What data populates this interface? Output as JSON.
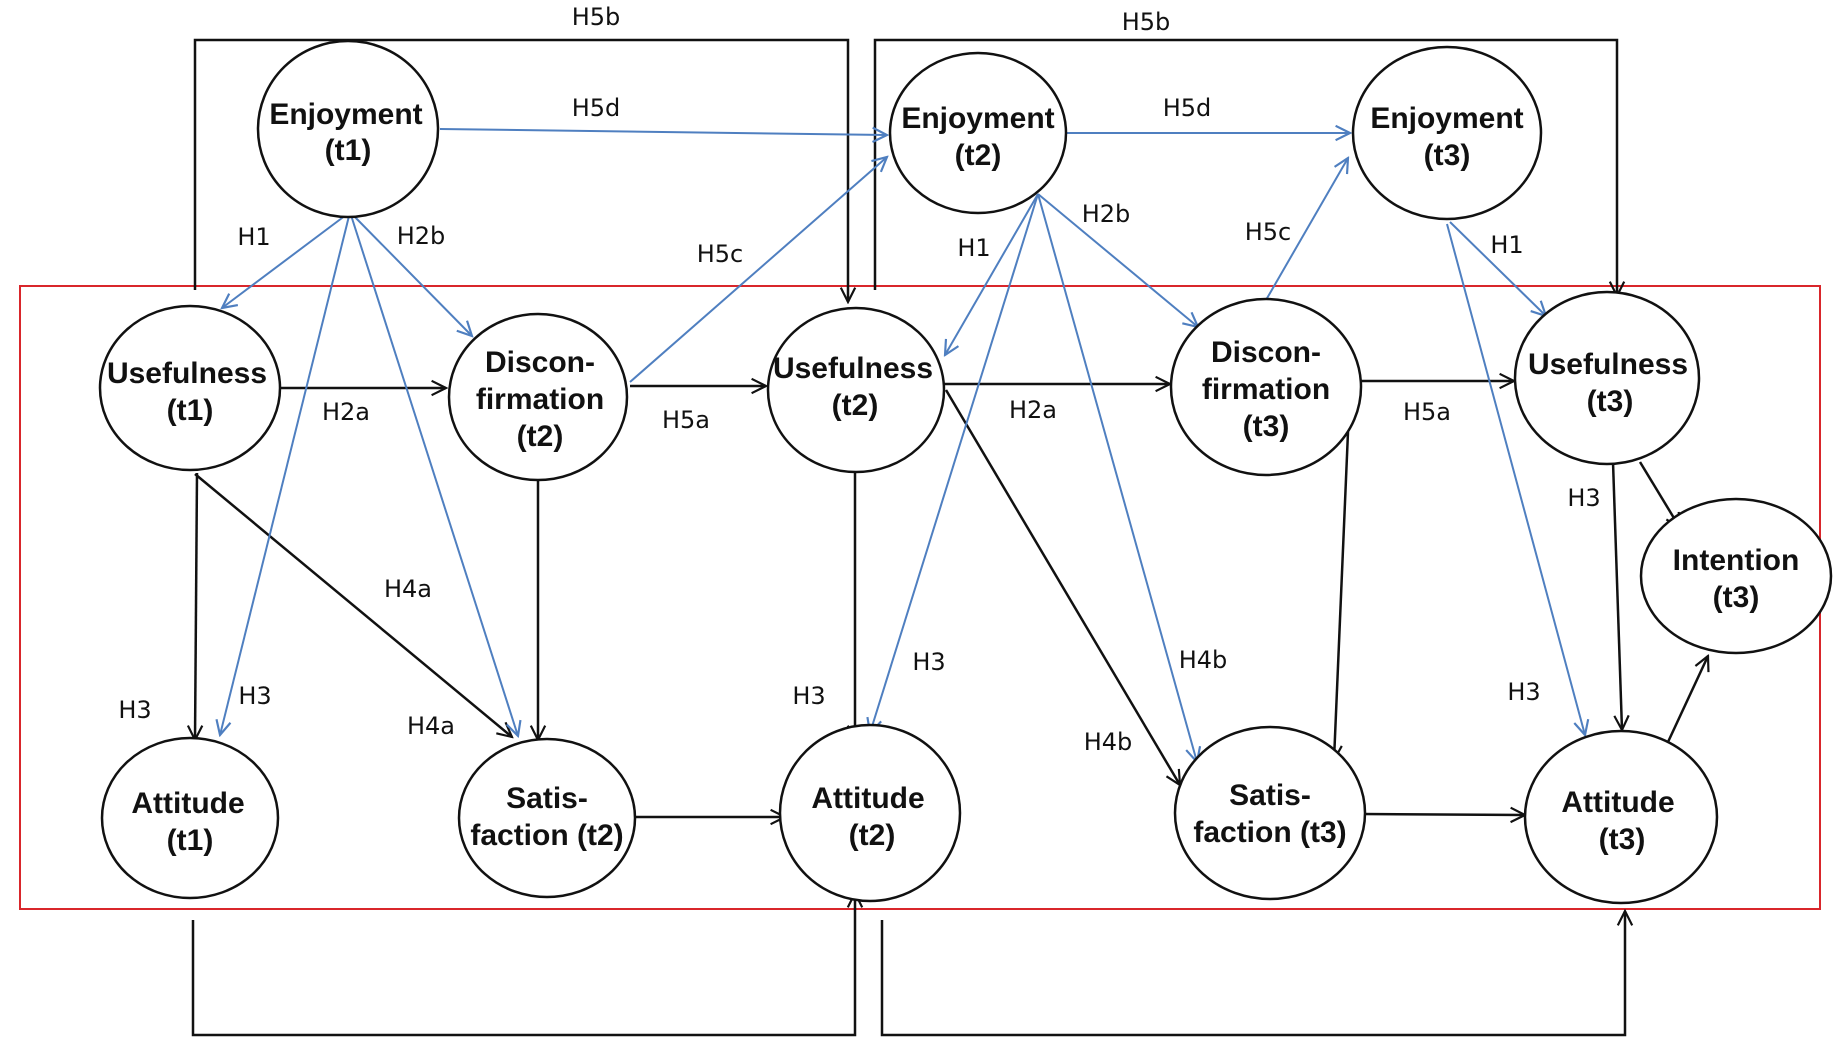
{
  "colors": {
    "black_edge": "#111111",
    "blue_edge": "#4f7fc0",
    "frame": "#d9262b",
    "node_stroke": "#111111"
  },
  "nodes": {
    "enjoyment_t1": {
      "line1": "Enjoyment",
      "line2": "(t1)"
    },
    "enjoyment_t2": {
      "line1": "Enjoyment",
      "line2": "(t2)"
    },
    "enjoyment_t3": {
      "line1": "Enjoyment",
      "line2": "(t3)"
    },
    "usefulness_t1": {
      "line1": "Usefulness",
      "line2": "(t1)"
    },
    "disconfirmation_t2": {
      "line1": "Discon-",
      "line2": "firmation",
      "line3": "(t2)"
    },
    "usefulness_t2": {
      "line1": "Usefulness",
      "line2": "(t2)"
    },
    "disconfirmation_t3": {
      "line1": "Discon-",
      "line2": "firmation",
      "line3": "(t3)"
    },
    "usefulness_t3": {
      "line1": "Usefulness",
      "line2": "(t3)"
    },
    "intention_t3": {
      "line1": "Intention",
      "line2": "(t3)"
    },
    "attitude_t1": {
      "line1": "Attitude",
      "line2": "(t1)"
    },
    "satisfaction_t2": {
      "line1": "Satis-",
      "line2": "faction (t2)"
    },
    "attitude_t2": {
      "line1": "Attitude",
      "line2": "(t2)"
    },
    "satisfaction_t3": {
      "line1": "Satis-",
      "line2": "faction (t3)"
    },
    "attitude_t3": {
      "line1": "Attitude",
      "line2": "(t3)"
    }
  },
  "edge_labels": {
    "h5b_1": "H5b",
    "h5b_2": "H5b",
    "h5d_1": "H5d",
    "h5d_2": "H5d",
    "h1_1": "H1",
    "h2b_1": "H2b",
    "h5c_1": "H5c",
    "h1_2": "H1",
    "h2b_2": "H2b",
    "h5c_2": "H5c",
    "h1_3": "H1",
    "h2a_1": "H2a",
    "h5a_1": "H5a",
    "h2a_2": "H2a",
    "h5a_2": "H5a",
    "h3_3": "H3",
    "h4a_1": "H4a",
    "h4a_2": "H4a",
    "h3_1": "H3",
    "h3_2": "H3",
    "h3_4": "H3",
    "h3_5": "H3",
    "h4b_1": "H4b",
    "h4b_2": "H4b",
    "h3_6": "H3"
  }
}
